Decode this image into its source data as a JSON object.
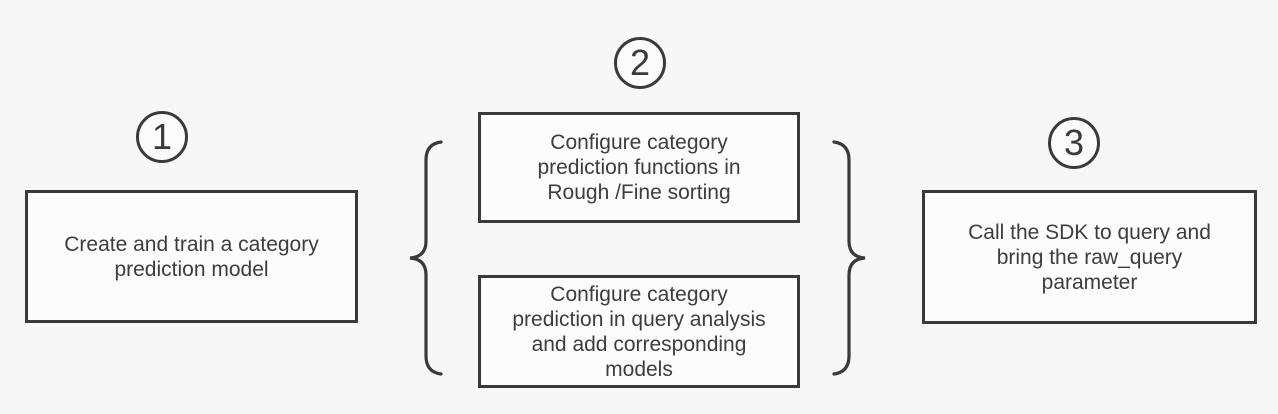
{
  "diagram": {
    "background_color": "#f7f7f8",
    "stroke_color": "#3a3a3a",
    "text_color": "#3d3d3d",
    "box_fill_color": "#fcfcfc",
    "steps": [
      {
        "number": "1",
        "boxes": [
          {
            "lines": [
              "Create and train a category",
              "prediction model"
            ]
          }
        ]
      },
      {
        "number": "2",
        "boxes": [
          {
            "lines": [
              "Configure category",
              "prediction functions in",
              "Rough /Fine sorting"
            ]
          },
          {
            "lines": [
              "Configure category",
              "prediction in query analysis",
              "and add corresponding",
              "models"
            ]
          }
        ]
      },
      {
        "number": "3",
        "boxes": [
          {
            "lines": [
              "Call the SDK to query and",
              "bring the raw_query",
              "parameter"
            ]
          }
        ]
      }
    ],
    "icons": {
      "left_brace": "curly-brace-left",
      "right_brace": "curly-brace-right"
    }
  }
}
